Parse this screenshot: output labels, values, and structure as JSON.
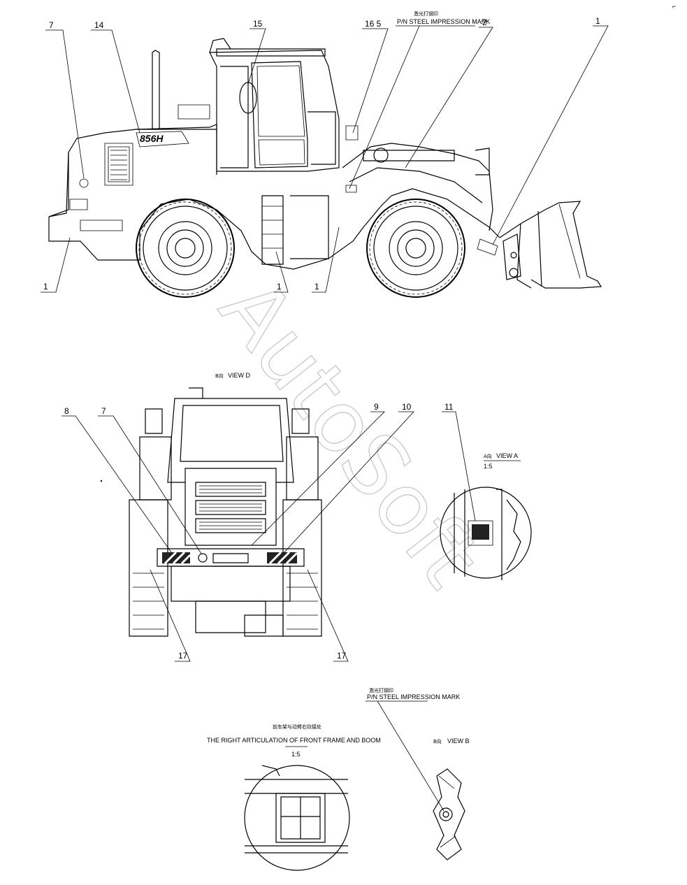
{
  "watermark": "AutoSoft",
  "model_badge": "856H",
  "side_view": {
    "callouts": {
      "c7": "7",
      "c14": "14",
      "c15": "15",
      "c16_5": "16  5",
      "c2": "2",
      "c1_top": "1",
      "c1_left": "1",
      "c1_mid_a": "1",
      "c1_mid_b": "1"
    },
    "pin_mark_cn": "激光打钢印",
    "pin_mark": "P/N STEEL IMPRESSION MARK"
  },
  "rear_view": {
    "title_cn": "B向",
    "title": "VIEW D",
    "callouts": {
      "c8": "8",
      "c7": "7",
      "c9": "9",
      "c10": "10",
      "c17_left": "17",
      "c17_right": "17"
    }
  },
  "view_a": {
    "callout": "11",
    "title_cn": "A向",
    "title": "VIEW A",
    "scale": "1:5"
  },
  "articulation_detail": {
    "caption_cn": "前车架与动臂右铰接处",
    "caption": "THE RIGHT ARTICULATION OF FRONT FRAME AND BOOM",
    "scale": "1:5"
  },
  "view_b": {
    "pin_mark_cn": "激光打钢印",
    "pin_mark": "P/N STEEL IMPRESSION MARK",
    "title_cn": "B向",
    "title": "VIEW B"
  },
  "corner_mark": "⌐"
}
